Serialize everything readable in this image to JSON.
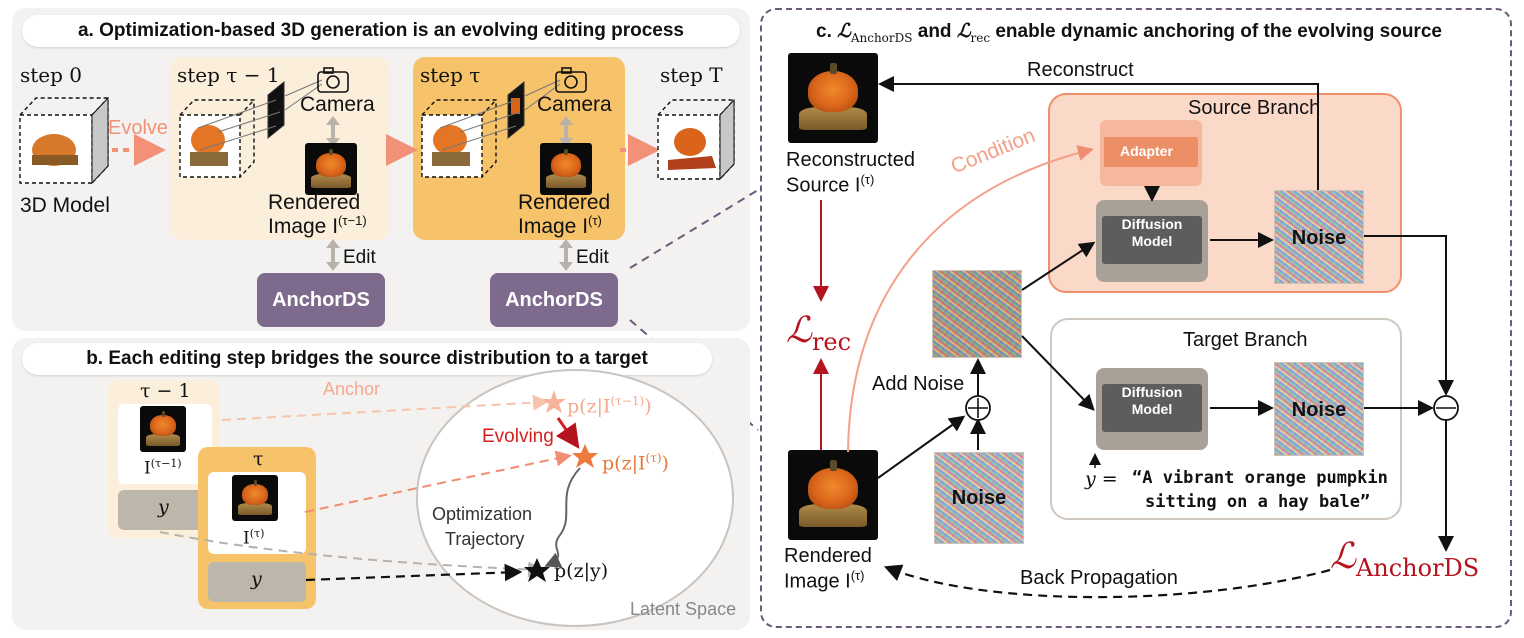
{
  "panel_a": {
    "title": "a. Optimization-based 3D generation is an evolving editing process",
    "step0_label": "step 0",
    "step_tau_minus1_label": "step  τ − 1",
    "step_tau_label": "step τ",
    "step_T_label": "step T",
    "evolve_label": "Evolve",
    "model_label": "3D Model",
    "camera_label_1": "Camera",
    "camera_label_2": "Camera",
    "rendered_1": "Rendered",
    "image_1": "Image I",
    "image_1_sup": "(τ−1)",
    "rendered_2": "Rendered",
    "image_2": "Image I",
    "image_2_sup": "(τ)",
    "edit_1": "Edit",
    "edit_2": "Edit",
    "anchor_btn_1": "AnchorDS",
    "anchor_btn_2": "AnchorDS"
  },
  "panel_b": {
    "title": "b. Each editing step bridges the source distribution to a target",
    "card1_title": "τ − 1",
    "card1_image": "I",
    "card1_image_sup": "(τ−1)",
    "card1_y": "y",
    "card2_title": "τ",
    "card2_image": "I",
    "card2_image_sup": "(τ)",
    "card2_y": "y",
    "anchor_label": "Anchor",
    "evolving_label": "Evolving",
    "dist1": "p(z|I",
    "dist1_sup": "(τ−1)",
    "dist2": "p(z|I",
    "dist2_sup": "(τ)",
    "dist3": "p(z|y)",
    "trajectory_1": "Optimization",
    "trajectory_2": "Trajectory",
    "latent_label": "Latent Space"
  },
  "panel_c": {
    "title_pre": "c. ",
    "title_l1": "ℒ",
    "title_l1_sub": "AnchorDS",
    "title_mid": " and ",
    "title_l2": "ℒ",
    "title_l2_sub": "rec",
    "title_post": " enable dynamic anchoring of the evolving source",
    "reconstruct": "Reconstruct",
    "reconstructed_1": "Reconstructed",
    "reconstructed_2": "Source I",
    "reconstructed_sup": "(τ)",
    "condition": "Condition",
    "source_branch": "Source Branch",
    "target_branch": "Target Branch",
    "adapter": "Adapter",
    "diffusion_1a": "Diffusion",
    "diffusion_1b": "Model",
    "diffusion_2a": "Diffusion",
    "diffusion_2b": "Model",
    "noise_1": "Noise",
    "noise_2": "Noise",
    "noise_3": "Noise",
    "add_noise": "Add Noise",
    "l_rec": "ℒ",
    "l_rec_sub": "rec",
    "l_anchor": "ℒ",
    "l_anchor_sub": "AnchorDS",
    "rendered_1": "Rendered",
    "rendered_2": "Image I",
    "rendered_sup": "(τ)",
    "back_prop": "Back Propagation",
    "prompt_y": "y = ",
    "prompt_line1": "“A vibrant orange pumpkin",
    "prompt_line2": "sitting on a hay bale”"
  },
  "colors": {
    "panel_bg": "#f3f2f1",
    "step_tau_minus1_bg": "#fbeedb",
    "step_tau_bg": "#f6c36a",
    "anchor_btn": "#7d6a8c",
    "evolve_arrow": "#f29178",
    "source_branch_bg": "#fbd9c8",
    "source_branch_border": "#ef8f6c",
    "red_loss": "#b5131d",
    "dashed_frame": "#6b5a7a"
  }
}
